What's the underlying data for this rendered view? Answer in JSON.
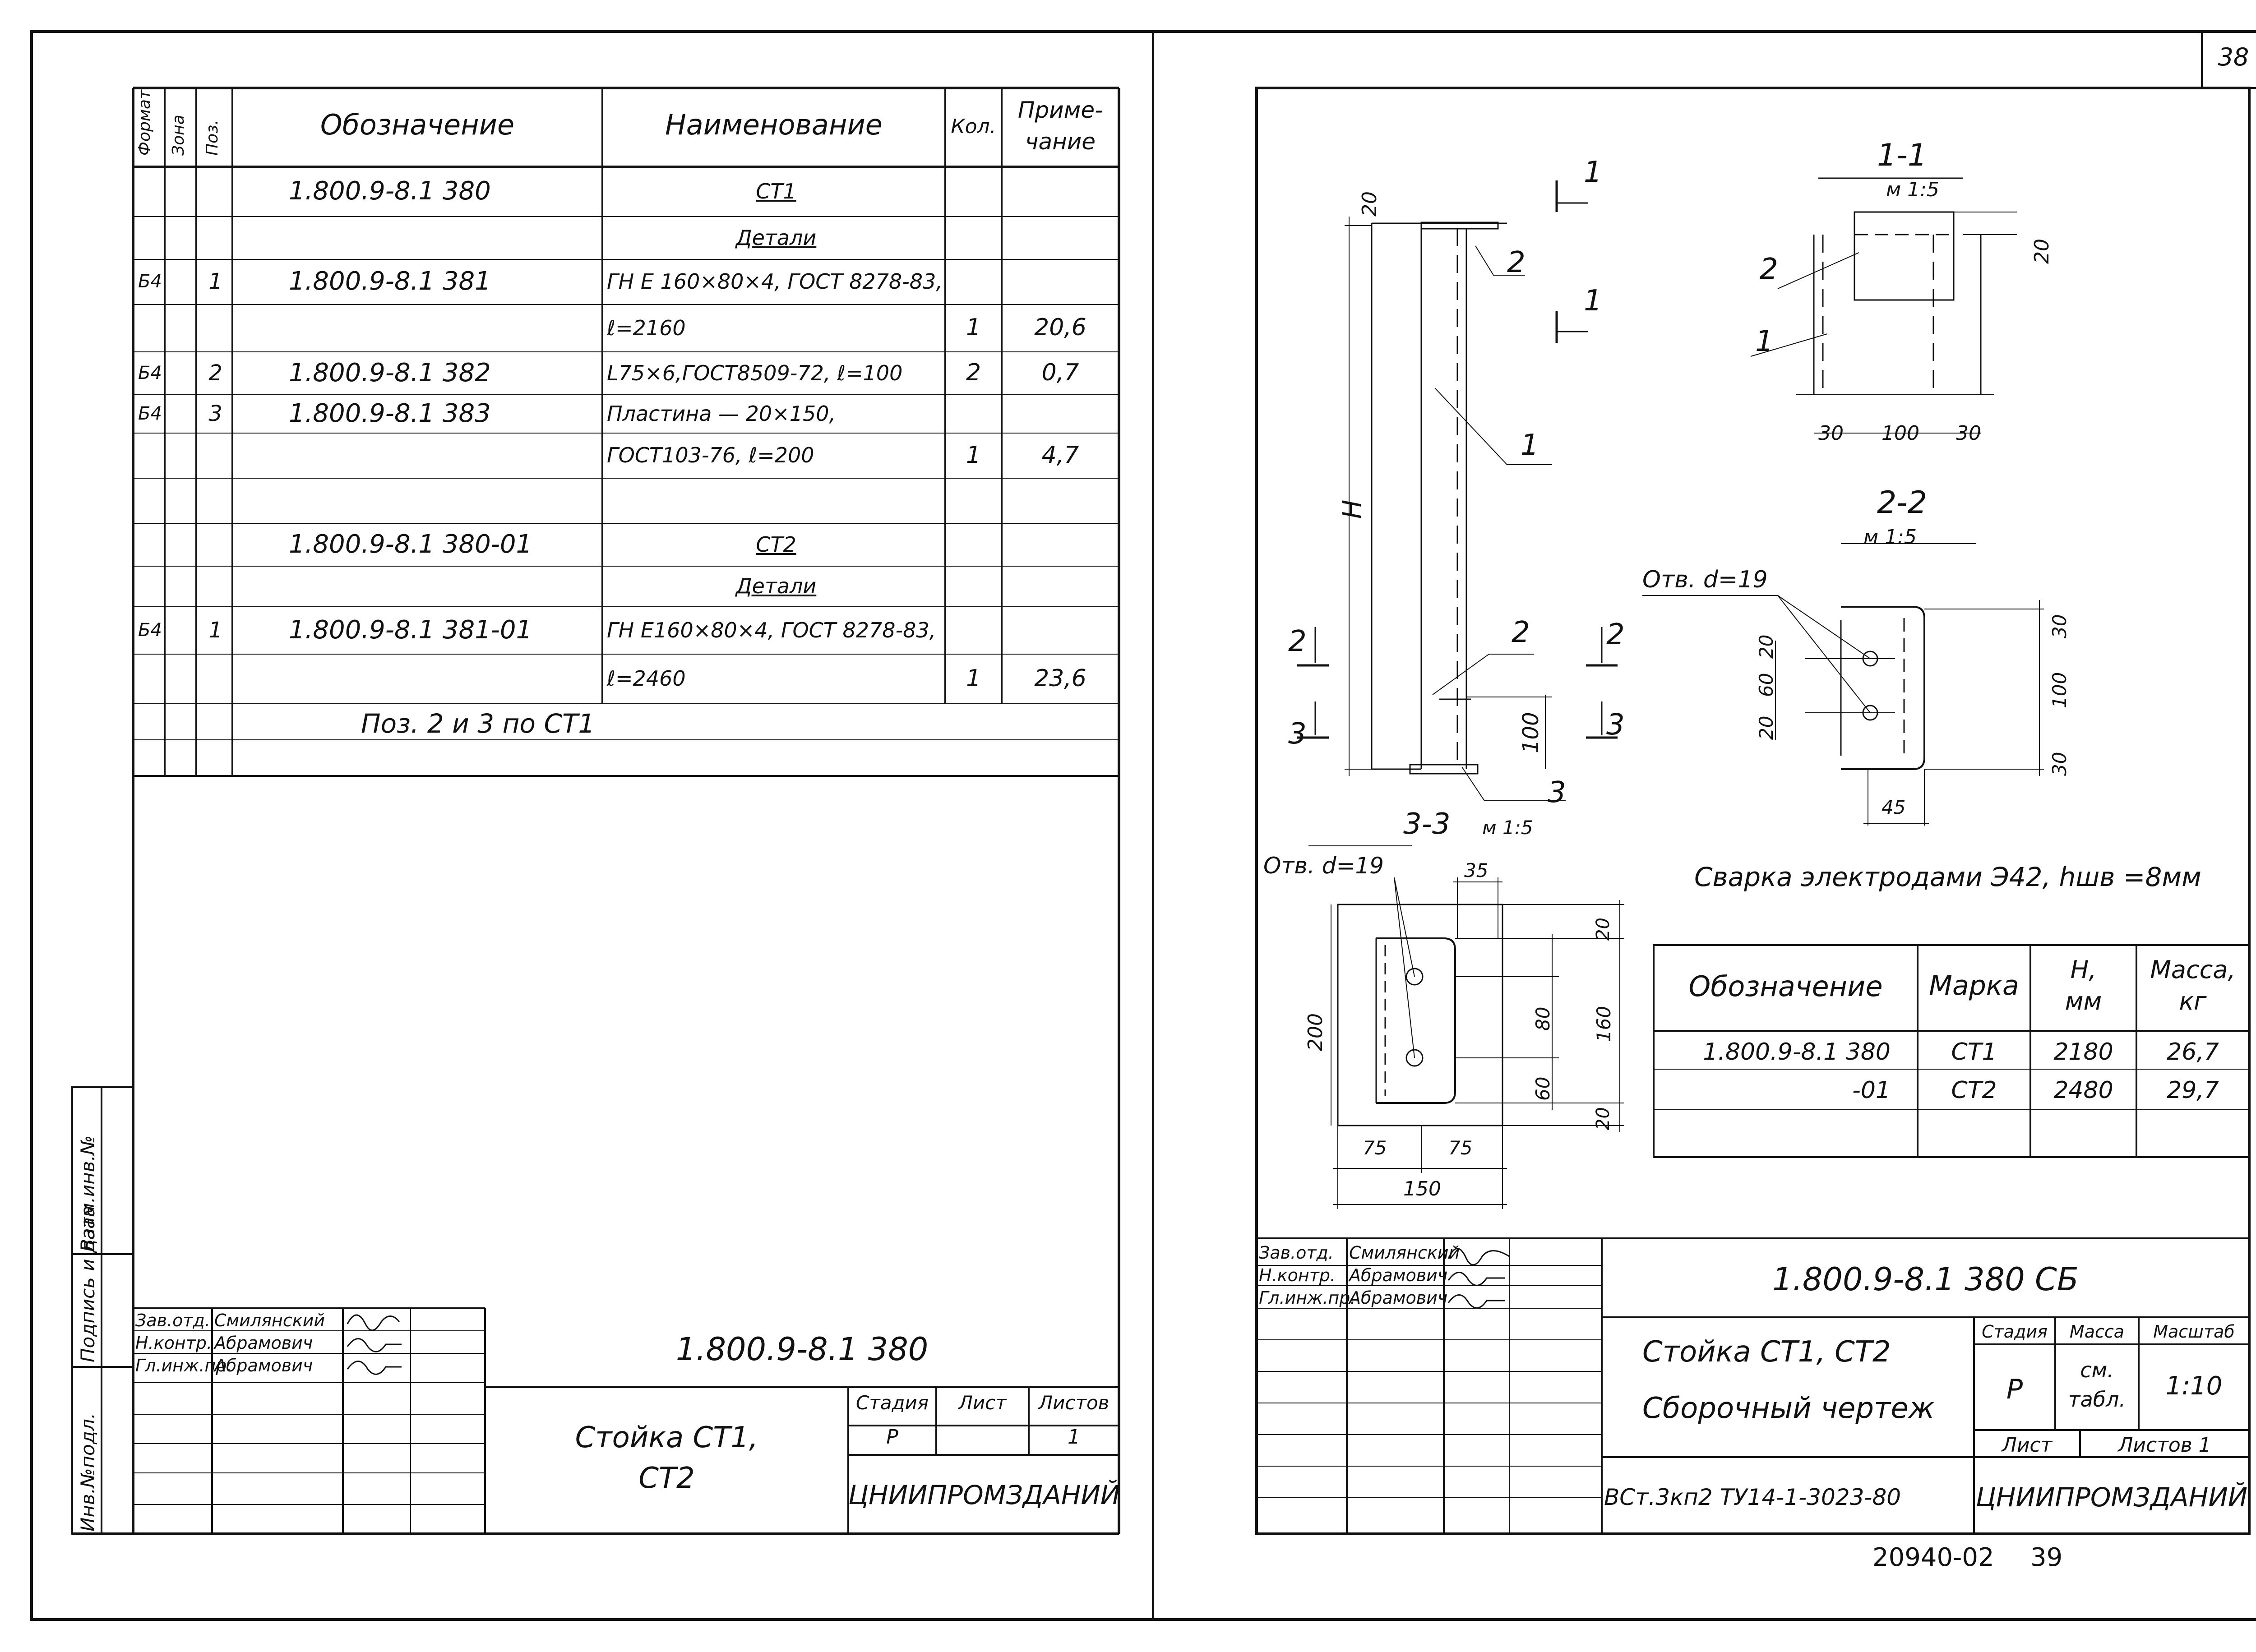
{
  "sheet_number": "38",
  "footer_code": "20940-02",
  "footer_page": "39",
  "spec": {
    "headers": {
      "format": "Формат",
      "zone": "Зона",
      "pos": "Поз.",
      "designation": "Обозначение",
      "name": "Наименование",
      "qty": "Кол.",
      "note_line1": "Приме-",
      "note_line2": "чание"
    },
    "rows": [
      {
        "format": "",
        "pos": "",
        "designation": "1.800.9-8.1 380",
        "name": "СТ1",
        "qty": "",
        "note": ""
      },
      {
        "format": "",
        "pos": "",
        "designation": "",
        "name": "Детали",
        "qty": "",
        "note": ""
      },
      {
        "format": "Б4",
        "pos": "1",
        "designation": "1.800.9-8.1 381",
        "name": "ГН Е 160×80×4, ГОСТ 8278-83,",
        "qty": "",
        "note": ""
      },
      {
        "format": "",
        "pos": "",
        "designation": "",
        "name": "ℓ=2160",
        "qty": "1",
        "note": "20,6"
      },
      {
        "format": "Б4",
        "pos": "2",
        "designation": "1.800.9-8.1 382",
        "name": "L75×6,ГОСТ8509-72, ℓ=100",
        "qty": "2",
        "note": "0,7"
      },
      {
        "format": "Б4",
        "pos": "3",
        "designation": "1.800.9-8.1 383",
        "name": "Пластина — 20×150,",
        "qty": "",
        "note": ""
      },
      {
        "format": "",
        "pos": "",
        "designation": "",
        "name": "ГОСТ103-76, ℓ=200",
        "qty": "1",
        "note": "4,7"
      },
      {
        "format": "",
        "pos": "",
        "designation": "",
        "name": "",
        "qty": "",
        "note": ""
      },
      {
        "format": "",
        "pos": "",
        "designation": "1.800.9-8.1 380-01",
        "name": "СТ2",
        "qty": "",
        "note": ""
      },
      {
        "format": "",
        "pos": "",
        "designation": "",
        "name": "Детали",
        "qty": "",
        "note": ""
      },
      {
        "format": "Б4",
        "pos": "1",
        "designation": "1.800.9-8.1 381-01",
        "name": "ГН Е160×80×4, ГОСТ 8278-83,",
        "qty": "",
        "note": ""
      },
      {
        "format": "",
        "pos": "",
        "designation": "",
        "name": "ℓ=2460",
        "qty": "1",
        "note": "23,6"
      },
      {
        "format": "",
        "pos": "",
        "designation": "",
        "name": "",
        "qty": "",
        "note": ""
      }
    ],
    "span_note": "Поз. 2 и 3   по СТ1"
  },
  "side_labels": [
    "Инв.№подл.",
    "Подпись и дата",
    "Взам.инв.№"
  ],
  "left_title_block": {
    "roles": [
      "Зав.отд.",
      "Н.контр.",
      "Гл.инж.пр."
    ],
    "names": [
      "Смилянский",
      "Абрамович",
      "Абрамович"
    ],
    "code": "1.800.9-8.1 380",
    "title_line1": "Стойка СТ1,",
    "title_line2": "СТ2",
    "stage_label": "Стадия",
    "sheet_label": "Лист",
    "sheets_label": "Листов",
    "stage": "Р",
    "sheets": "1",
    "org": "ЦНИИПРОМЗДАНИЙ"
  },
  "drawing": {
    "view_1_1": {
      "title": "1-1",
      "scale": "м 1:5",
      "dims": [
        "30",
        "100",
        "30",
        "20"
      ],
      "positions": [
        "2",
        "1"
      ]
    },
    "view_2_2": {
      "title": "2-2",
      "scale": "м 1:5",
      "hole": "Отв. d=19",
      "dims": [
        "30",
        "100",
        "30",
        "20",
        "60",
        "20",
        "45"
      ]
    },
    "view_3_3": {
      "title": "3-3",
      "scale": "м 1:5",
      "hole": "Отв. d=19",
      "dims": [
        "35",
        "20",
        "80",
        "160",
        "60",
        "20",
        "200",
        "75",
        "75",
        "150"
      ]
    },
    "elevation": {
      "cut_marks": [
        "1",
        "1",
        "2",
        "2",
        "3",
        "3"
      ],
      "positions": [
        "2",
        "1",
        "2",
        "3"
      ],
      "dims": [
        "20",
        "H",
        "100"
      ]
    },
    "weld_note": "Сварка электродами Э42, hшв =8мм",
    "table": {
      "headers": [
        "Обозначение",
        "Марка",
        "H,\nмм",
        "Масса,\nкг"
      ],
      "rows": [
        [
          "1.800.9-8.1 380",
          "СТ1",
          "2180",
          "26,7"
        ],
        [
          "-01",
          "СТ2",
          "2480",
          "29,7"
        ]
      ]
    }
  },
  "right_title_block": {
    "roles": [
      "Зав.отд.",
      "Н.контр.",
      "Гл.инж.пр."
    ],
    "names": [
      "Смилянский",
      "Абрамович",
      "Абрамович"
    ],
    "code": "1.800.9-8.1 380 СБ",
    "title_line1": "Стойка СТ1, СТ2",
    "title_line2": "Сборочный чертеж",
    "stage_label": "Стадия",
    "mass_label": "Масса",
    "scale_label": "Масштаб",
    "stage": "Р",
    "mass_line1": "см.",
    "mass_line2": "табл.",
    "scale": "1:10",
    "sheet_label": "Лист",
    "sheets_label": "Листов 1",
    "material": "ВСт.3кп2 ТУ14-1-3023-80",
    "org": "ЦНИИПРОМЗДАНИЙ"
  }
}
